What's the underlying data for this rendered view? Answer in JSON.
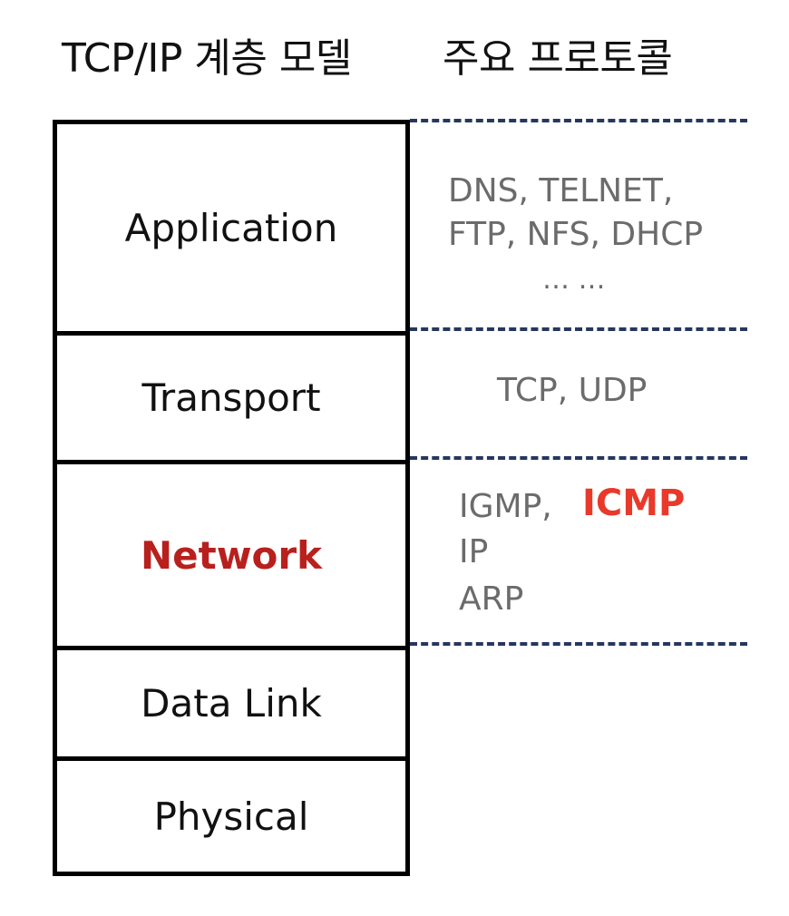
{
  "header": {
    "left_title": "TCP/IP 계층 모델",
    "right_title": "주요 프로토콜"
  },
  "layers": [
    {
      "label": "Application"
    },
    {
      "label": "Transport"
    },
    {
      "label": "Network"
    },
    {
      "label": "Data Link"
    },
    {
      "label": "Physical"
    }
  ],
  "protocols": {
    "application": {
      "line1": "DNS, TELNET,",
      "line2": "FTP, NFS, DHCP",
      "ellipsis": "… …"
    },
    "transport": {
      "line1": "TCP, UDP"
    },
    "network": {
      "igmp": "IGMP,",
      "icmp": "ICMP",
      "ip": "IP",
      "arp": "ARP"
    }
  },
  "colors": {
    "highlight_layer": "#b8201e",
    "highlight_protocol": "#e8392b",
    "protocol_text": "#6b6b6b",
    "dash_line": "#26375f",
    "border": "#000000"
  }
}
